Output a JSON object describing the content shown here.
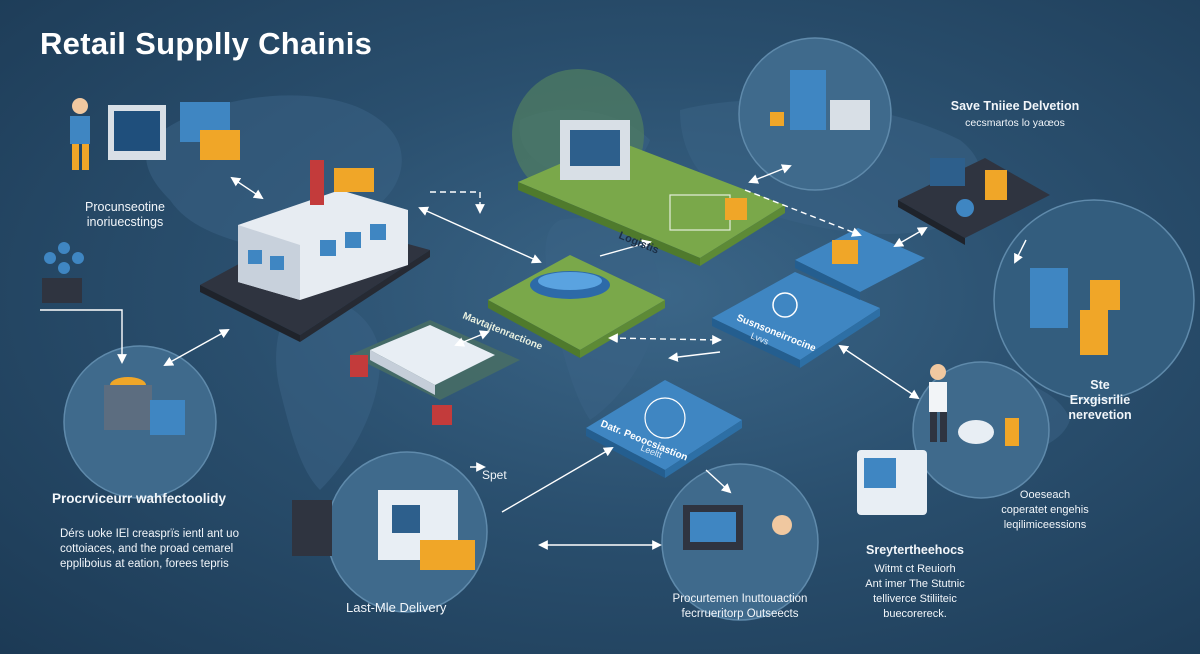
{
  "title": "Retail Supplly Chainis",
  "labels": {
    "procurement": "Procunseotine\ninoriuecstings",
    "manufacturing_title": "Procrviceurr wahfectoolidy",
    "manufacturing_desc": "Dérs uoke IEl creasprïs ientl ant uo\ncottoiaces, and the proad cemarel\neppliboius at eation, forees tepris",
    "last_mile": "Last-Mle Delivery",
    "spet": "Spet",
    "logistics_tile": "Logistis",
    "warehouse_tile": "Mavtajtenractione",
    "distribution_tile": "Susnsoneirrocine",
    "distribution_sub": "Lvvs",
    "data_tile": "Datr. Peoocsiastion",
    "data_sub": "Leeltt",
    "procurement_center": "Procurtemen Inuttouaction\nfecrrueritorp Outseects",
    "save_title": "Save Tniiee Delvetion",
    "save_sub": "cecsmartos lo yaœos",
    "store_title": "Ste\nErxgisrilie\nnerevetion",
    "store_desc": "Ooeseach\ncoperatet engehis\nleqilimiceessions",
    "systems_title": "Sreytertheehocs",
    "systems_desc": "Witmt ct Reuiorh\nAnt imer The Stutnic\ntelliverce Stiliiteic\nbuecorereck."
  },
  "colors": {
    "background": "#2a4f6e",
    "green_tile": "#7aa84a",
    "blue_tile": "#3f86c2",
    "dark_tile": "#2f3440",
    "circle_fill": "#3f6a8c",
    "accent_orange": "#f0a628",
    "connector": "#ffffff"
  }
}
